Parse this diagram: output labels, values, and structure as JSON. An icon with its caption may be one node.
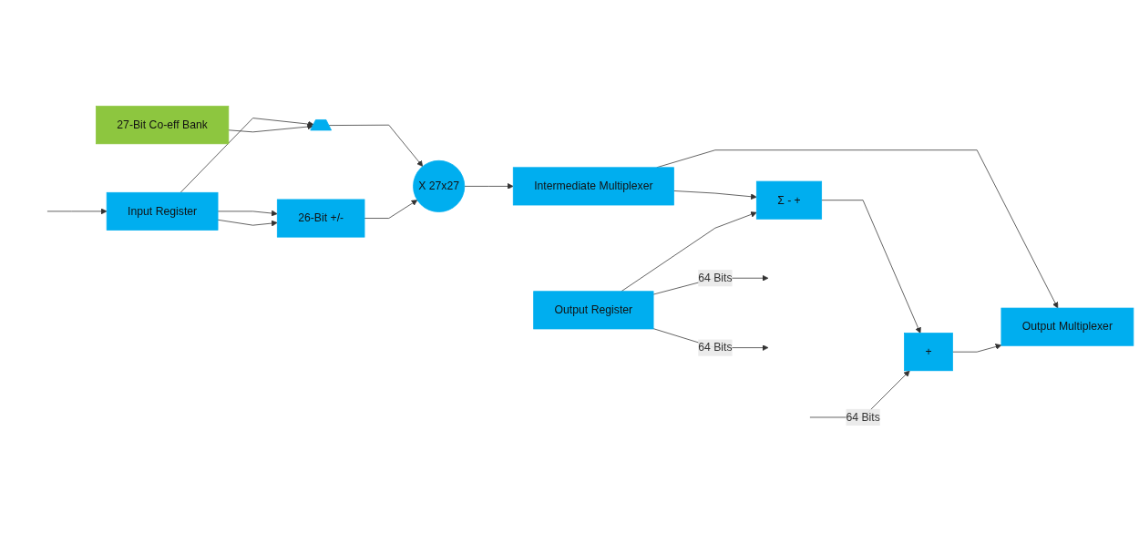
{
  "diagram": {
    "nodes": [
      {
        "text": [
          "Input Register"
        ]
      },
      {
        "text": [],
        "shape": "trapezoid"
      },
      {
        "text": [
          "27-Bit Co-eff Bank"
        ]
      },
      {
        "text": [
          "26-Bit +/-"
        ]
      },
      {
        "text": [
          "X 27x27"
        ]
      },
      {
        "text": [
          "Intermediate Multiplexer"
        ]
      },
      {
        "text": [
          "Σ - +"
        ]
      },
      {
        "text": [
          "+"
        ]
      },
      {
        "text": [
          "Output Multiplexer"
        ]
      },
      {
        "text": [
          "Output Register"
        ]
      }
    ],
    "edges": [
      {
        "from": null,
        "to": 0,
        "arrow": "to"
      },
      {
        "from": 0,
        "to": 1,
        "arrow": "to"
      },
      {
        "from": 2,
        "to": 1,
        "arrow": "to"
      },
      {
        "from": 0,
        "to": 3,
        "arrow": "to"
      },
      {
        "from": 0,
        "to": 3,
        "arrow": "to"
      },
      {
        "from": 1,
        "to": 4,
        "arrow": "to"
      },
      {
        "from": 3,
        "to": 4,
        "arrow": "to"
      },
      {
        "from": 4,
        "to": 5,
        "arrow": "to"
      },
      {
        "from": 5,
        "to": 8,
        "arrow": "to"
      },
      {
        "from": 5,
        "to": 6,
        "arrow": "to"
      },
      {
        "from": 9,
        "to": 6,
        "arrow": "to"
      },
      {
        "from": 6,
        "to": 7,
        "arrow": "to"
      },
      {
        "from": null,
        "to": 7,
        "arrow": "to",
        "label": "64 Bits"
      },
      {
        "from": 7,
        "to": 8,
        "arrow": "to"
      },
      {
        "from": 9,
        "to": null,
        "arrow": "to",
        "label": "64 Bits"
      },
      {
        "from": 9,
        "to": null,
        "arrow": "to",
        "label": "64 Bits"
      }
    ]
  }
}
